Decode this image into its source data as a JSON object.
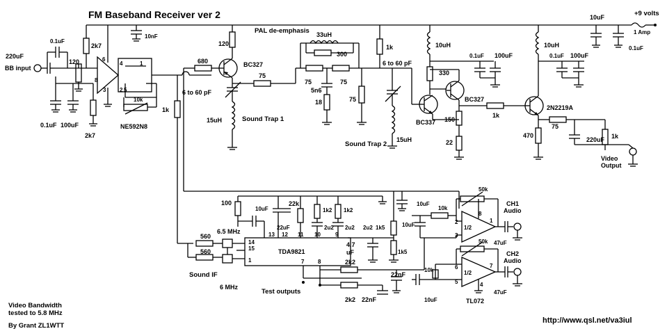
{
  "title": "FM Baseband Receiver ver 2",
  "notes": {
    "pal": "PAL de-emphasis",
    "trap1": "Sound Trap 1",
    "trap2": "Sound Trap 2",
    "sound_if": "Sound IF",
    "test_outputs": "Test outputs",
    "bw1": "Video Bandwidth",
    "bw2": "tested to 5.8 MHz",
    "author": "By Grant ZL1WTT",
    "url": "http://www.qsl.net/va3iul",
    "supply": "+9 volts",
    "fuse": "1 Amp"
  },
  "ports": {
    "bb_input": "BB input",
    "video_out_1": "Video",
    "video_out_2": "Output",
    "ch1_1": "CH1",
    "ch1_2": "Audio",
    "ch2_1": "CH2",
    "ch2_2": "Audio"
  },
  "components": {
    "c_in": "220uF",
    "c_01a": "0.1uF",
    "r_120a": "120",
    "r_2k7a": "2k7",
    "r_2k7b": "2k7",
    "c_10nf": "10nF",
    "c_01b": "0.1uF",
    "c_100b": "100uF",
    "ic1": "NE592N8",
    "pot_10k": "10k",
    "pin6": "6",
    "pin4": "4",
    "pin1": "1",
    "pin8": "8",
    "pin3": "3",
    "pin2": "2",
    "pin5": "5",
    "pin7": "7",
    "r_680": "680",
    "r_120b": "120",
    "q1": "BC327",
    "r_75a": "75",
    "trim1": "6 to 60 pF",
    "l_15a": "15uH",
    "l_33": "33uH",
    "r_300": "300",
    "r_75b": "75",
    "r_75c": "75",
    "c_5n6": "5n6",
    "r_18": "18",
    "r_75d": "75",
    "r_1k_top": "1k",
    "trim2": "6 to 60 pF",
    "l_15b": "15uH",
    "l_10a": "10uH",
    "r_330": "330",
    "c_01c": "0.1uF",
    "c_100c": "100uF",
    "q2": "BC337",
    "q3": "BC327",
    "r_150": "150",
    "r_22": "22",
    "r_1k_mid": "1k",
    "l_10b": "10uH",
    "c_01d": "0.1uF",
    "c_100d": "100uF",
    "q4": "2N2219A",
    "r_470": "470",
    "r_75e": "75",
    "c_220out": "220uF",
    "r_1k_out": "1k",
    "c_10top": "10uF",
    "c_01top": "0.1uF",
    "r_1k_feed": "1k",
    "r_100": "100",
    "c_10uf_a": "10uF",
    "c_22uf": "22uF",
    "r_22k": "22k",
    "r_1k2a": "1k2",
    "r_1k2b": "1k2",
    "c_2u2a": "2u2",
    "c_2u2b": "2u2",
    "r_1k5a": "1k5",
    "r_1k5b": "1k5",
    "c_47": "4.7",
    "c_47u": "uF",
    "ic2": "TDA9821",
    "f65": "6.5 MHz",
    "f6": "6 MHz",
    "r_560a": "560",
    "r_560b": "560",
    "p14": "14",
    "p15": "15",
    "p13": "13",
    "p12": "12",
    "p11": "11",
    "p10": "10",
    "p9": "9",
    "p1": "1",
    "p7": "7",
    "p8": "8",
    "r_2k2a": "2k2",
    "r_2k2b": "2k2",
    "c_22nfa": "22nF",
    "c_22nfb": "22nF",
    "c_10uf_b": "10uF",
    "c_10uf_c": "10uF",
    "c_10uf_d": "10uF",
    "r_10k_a": "10k",
    "r_10k_b": "10k",
    "r_50k_a": "50k",
    "r_50k_b": "50k",
    "op_half": "1/2",
    "ic3": "TL072",
    "c_47out_a": "47uF",
    "c_47out_b": "47uF",
    "op_p2": "2",
    "op_p3": "3",
    "op_p1": "1",
    "op_p8": "8",
    "op_p6": "6",
    "op_p5": "5",
    "op_p7": "7",
    "op_p4": "4"
  }
}
